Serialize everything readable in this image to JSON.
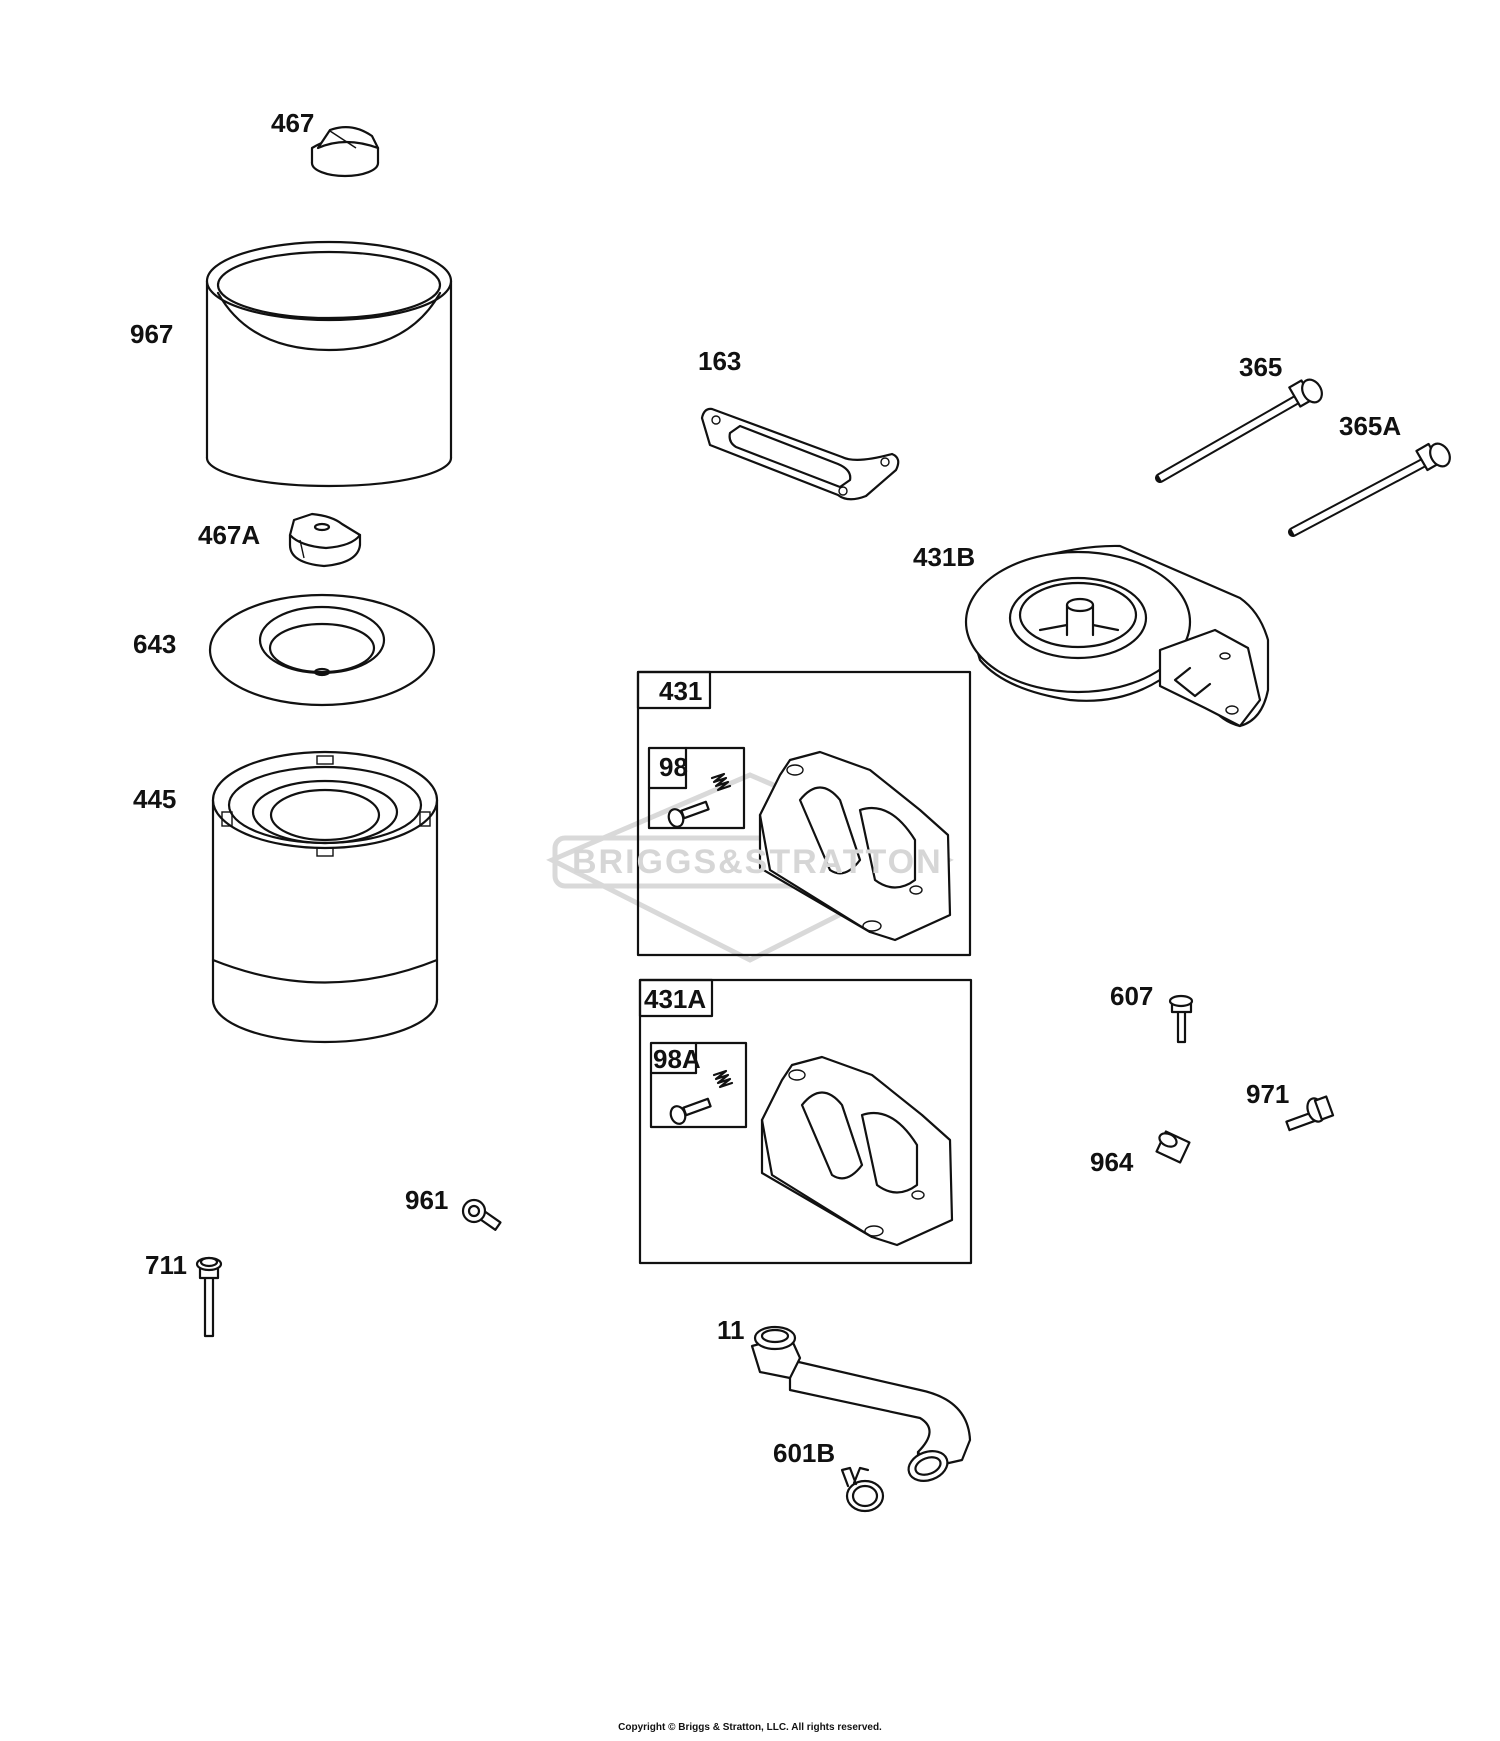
{
  "diagram": {
    "watermark": "BRIGGS&STRATTON",
    "copyright": "Copyright © Briggs & Stratton, LLC. All rights reserved.",
    "parts": {
      "p467": "467",
      "p967": "967",
      "p467A": "467A",
      "p643": "643",
      "p445": "445",
      "p163": "163",
      "p365": "365",
      "p365A": "365A",
      "p431B": "431B",
      "p961": "961",
      "p711": "711",
      "p607": "607",
      "p971": "971",
      "p964": "964",
      "p11": "11",
      "p601B": "601B"
    },
    "kits": {
      "k431": "431",
      "k98": "98",
      "k431A": "431A",
      "k98A": "98A"
    }
  }
}
